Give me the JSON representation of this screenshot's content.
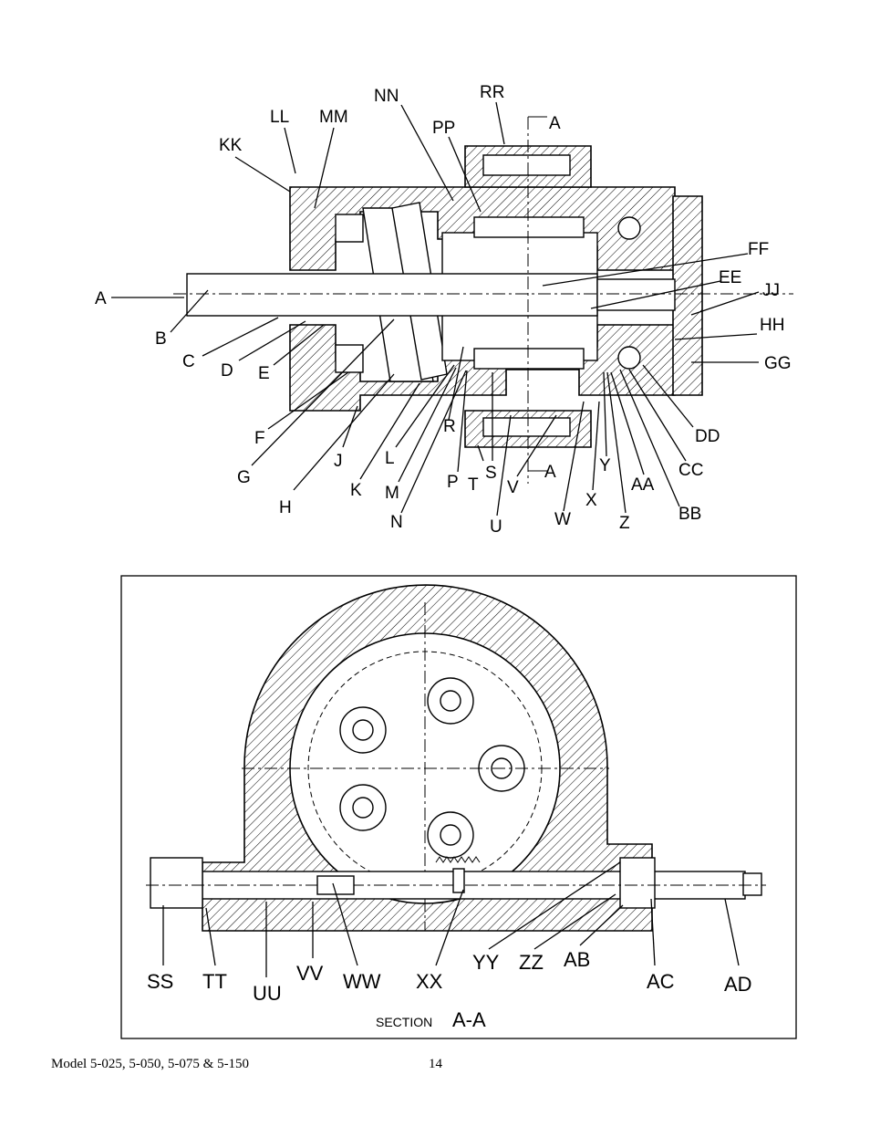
{
  "top_view": {
    "labels": [
      "A",
      "B",
      "C",
      "D",
      "E",
      "F",
      "G",
      "H",
      "J",
      "K",
      "L",
      "M",
      "N",
      "P",
      "R",
      "S",
      "T",
      "U",
      "V",
      "W",
      "X",
      "Y",
      "Z",
      "AA",
      "BB",
      "CC",
      "DD",
      "GG",
      "HH",
      "JJ",
      "EE",
      "FF",
      "KK",
      "LL",
      "MM",
      "NN",
      "PP",
      "RR"
    ],
    "section_marker": "A"
  },
  "section_view": {
    "labels": [
      "SS",
      "TT",
      "UU",
      "VV",
      "WW",
      "XX",
      "YY",
      "ZZ",
      "AB",
      "AC",
      "AD"
    ],
    "caption_word": "SECTION",
    "caption_letters": "A-A"
  },
  "footer": {
    "model": "Model 5-025, 5-050, 5-075 & 5-150",
    "page_number": "14"
  }
}
